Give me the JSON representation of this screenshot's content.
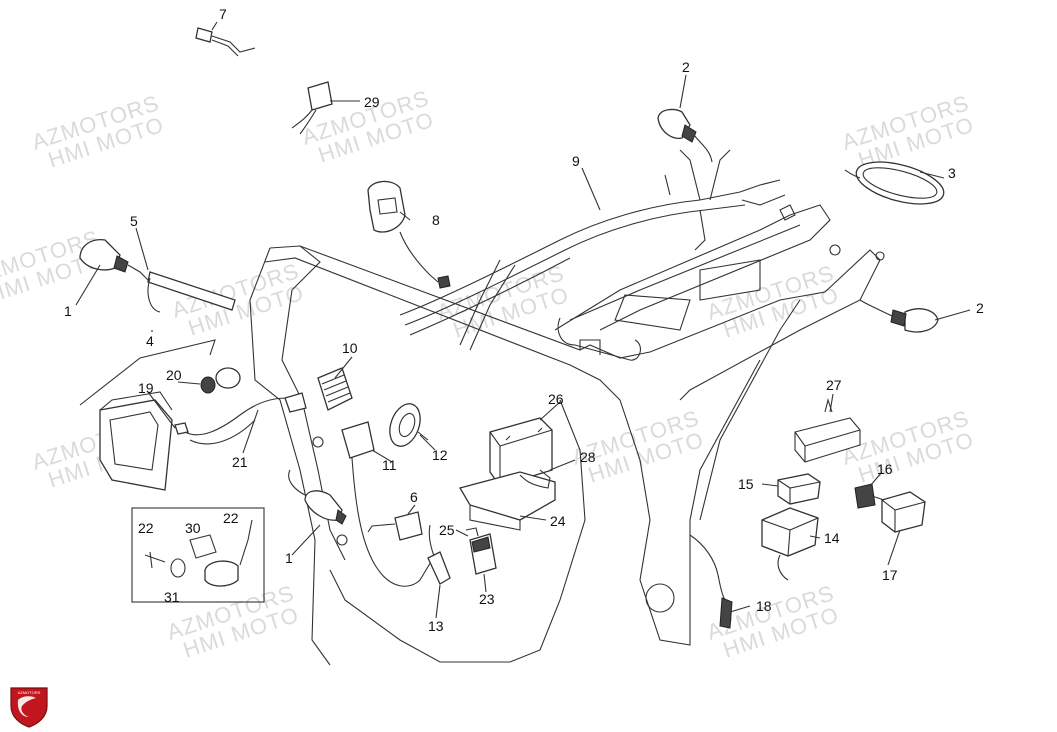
{
  "watermarks": [
    {
      "line1": "AZMOTORS",
      "line2": "HMI MOTO"
    },
    {
      "line1": "AZMOTORS",
      "line2": "HMI MOTO"
    },
    {
      "line1": "AZMOTORS",
      "line2": "HMI MOTO"
    },
    {
      "line1": "AZMOTORS",
      "line2": "HMI MOTO"
    },
    {
      "line1": "AZMOTORS",
      "line2": "HMI MOTO"
    },
    {
      "line1": "AZMOTORS",
      "line2": "HMI MOTO"
    },
    {
      "line1": "AZMOTORS",
      "line2": "HMI MOTO"
    },
    {
      "line1": "AZMOTORS",
      "line2": "HMI MOTO"
    },
    {
      "line1": "AZMOTORS",
      "line2": "HMI MOTO"
    },
    {
      "line1": "AZMOTORS",
      "line2": "HMI MOTO"
    },
    {
      "line1": "AZMOTORS",
      "line2": "HMI MOTO"
    },
    {
      "line1": "AZMOTORS",
      "line2": "HMI MOTO"
    }
  ],
  "part_labels": {
    "p1a": "1",
    "p1b": "1",
    "p2a": "2",
    "p2b": "2",
    "p3": "3",
    "p4": "4",
    "p5": "5",
    "p6": "6",
    "p7": "7",
    "p8": "8",
    "p9": "9",
    "p10": "10",
    "p11": "11",
    "p12": "12",
    "p13": "13",
    "p14": "14",
    "p15": "15",
    "p16": "16",
    "p17": "17",
    "p18": "18",
    "p19": "19",
    "p20": "20",
    "p21": "21",
    "p22a": "22",
    "p22b": "22",
    "p23": "23",
    "p24": "24",
    "p25": "25",
    "p26": "26",
    "p27": "27",
    "p28": "28",
    "p29": "29",
    "p30": "30",
    "p31": "31"
  },
  "logo": {
    "text": "AZMOTORS",
    "color": "#c0161d"
  }
}
